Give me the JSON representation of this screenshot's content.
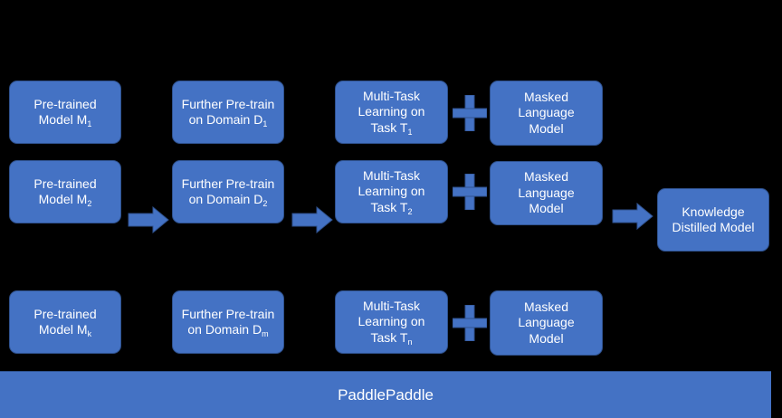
{
  "rows": [
    {
      "model": {
        "l1": "Pre-trained",
        "l2": "Model M",
        "sub": "1"
      },
      "domain": {
        "l1": "Further Pre-train",
        "l2": "on Domain D",
        "sub": "1"
      },
      "task": {
        "l1": "Multi-Task",
        "l2": "Learning on",
        "l3": "Task T",
        "sub": "1"
      },
      "mlm": {
        "l1": "Masked",
        "l2": "Language",
        "l3": "Model"
      }
    },
    {
      "model": {
        "l1": "Pre-trained",
        "l2": "Model M",
        "sub": "2"
      },
      "domain": {
        "l1": "Further Pre-train",
        "l2": "on Domain D",
        "sub": "2"
      },
      "task": {
        "l1": "Multi-Task",
        "l2": "Learning on",
        "l3": "Task T",
        "sub": "2"
      },
      "mlm": {
        "l1": "Masked",
        "l2": "Language",
        "l3": "Model"
      }
    },
    {
      "model": {
        "l1": "Pre-trained",
        "l2": "Model M",
        "sub": "k"
      },
      "domain": {
        "l1": "Further Pre-train",
        "l2": "on Domain D",
        "sub": "m"
      },
      "task": {
        "l1": "Multi-Task",
        "l2": "Learning on",
        "l3": "Task T",
        "sub": "n"
      },
      "mlm": {
        "l1": "Masked",
        "l2": "Language",
        "l3": "Model"
      }
    }
  ],
  "output": {
    "l1": "Knowledge",
    "l2": "Distilled Model"
  },
  "platform": "PaddlePaddle",
  "colors": {
    "box_fill": "#4472C4",
    "box_border": "#2F528F",
    "background": "#000000",
    "text": "#FFFFFF"
  }
}
